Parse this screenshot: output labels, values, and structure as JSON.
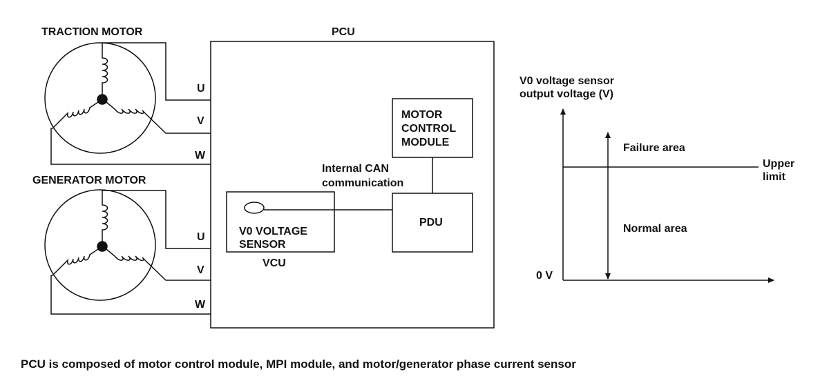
{
  "traction_motor": {
    "title": "TRACTION MOTOR",
    "phases": [
      "U",
      "V",
      "W"
    ]
  },
  "generator_motor": {
    "title": "GENERATOR MOTOR",
    "phases": [
      "U",
      "V",
      "W"
    ]
  },
  "pcu": {
    "title": "PCU",
    "motor_control_module": [
      "MOTOR",
      "CONTROL",
      "MODULE"
    ],
    "internal_can": [
      "Internal CAN",
      "communication"
    ],
    "vcu": {
      "sensor_label": [
        "V0 VOLTAGE",
        "SENSOR"
      ],
      "title": "VCU"
    },
    "pdu": "PDU"
  },
  "voltage_chart": {
    "y_axis_label": [
      "V0 voltage sensor",
      "output voltage (V)"
    ],
    "zero_label": "0 V",
    "upper_limit_label": [
      "Upper",
      "limit"
    ],
    "failure_area": "Failure area",
    "normal_area": "Normal area"
  },
  "caption": "PCU is composed of motor control module, MPI module, and motor/generator phase current sensor"
}
